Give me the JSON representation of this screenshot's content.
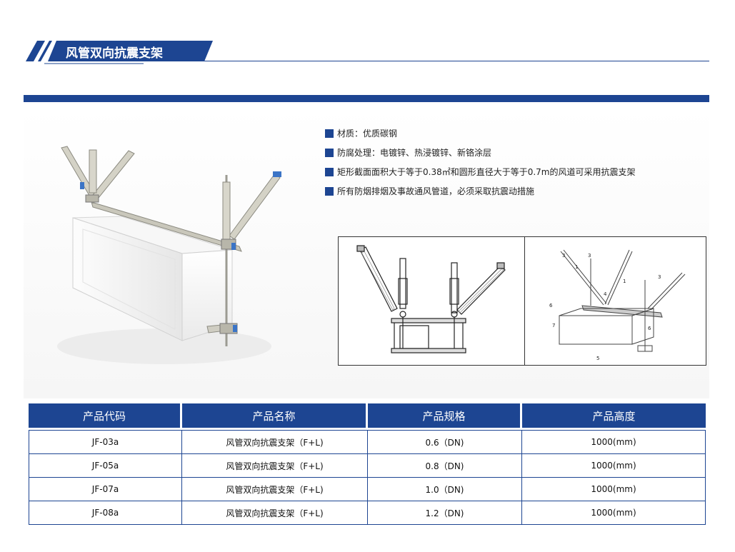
{
  "header": {
    "title": "风管双向抗震支架",
    "accent_color": "#1d4592"
  },
  "features": [
    "材质：优质碳钢",
    "防腐处理：电镀锌、热浸镀锌、新铬涂层",
    "矩形截面面积大于等于0.38㎡和圆形直径大于等于0.7m的风道可采用抗震支架",
    "所有防烟排烟及事故通风管道，必须采取抗震动措施"
  ],
  "diagram": {
    "callouts": [
      "1",
      "1",
      "3",
      "3",
      "3",
      "4",
      "5",
      "6",
      "6",
      "7"
    ]
  },
  "table": {
    "headers": [
      "产品代码",
      "产品名称",
      "产品规格",
      "产品高度"
    ],
    "rows": [
      [
        "JF-03a",
        "风管双向抗震支架（F+L)",
        "0.6（DN)",
        "1000(mm)"
      ],
      [
        "JF-05a",
        "风管双向抗震支架（F+L)",
        "0.8（DN)",
        "1000(mm)"
      ],
      [
        "JF-07a",
        "风管双向抗震支架（F+L)",
        "1.0（DN)",
        "1000(mm)"
      ],
      [
        "JF-08a",
        "风管双向抗震支架（F+L)",
        "1.2（DN)",
        "1000(mm)"
      ]
    ]
  }
}
